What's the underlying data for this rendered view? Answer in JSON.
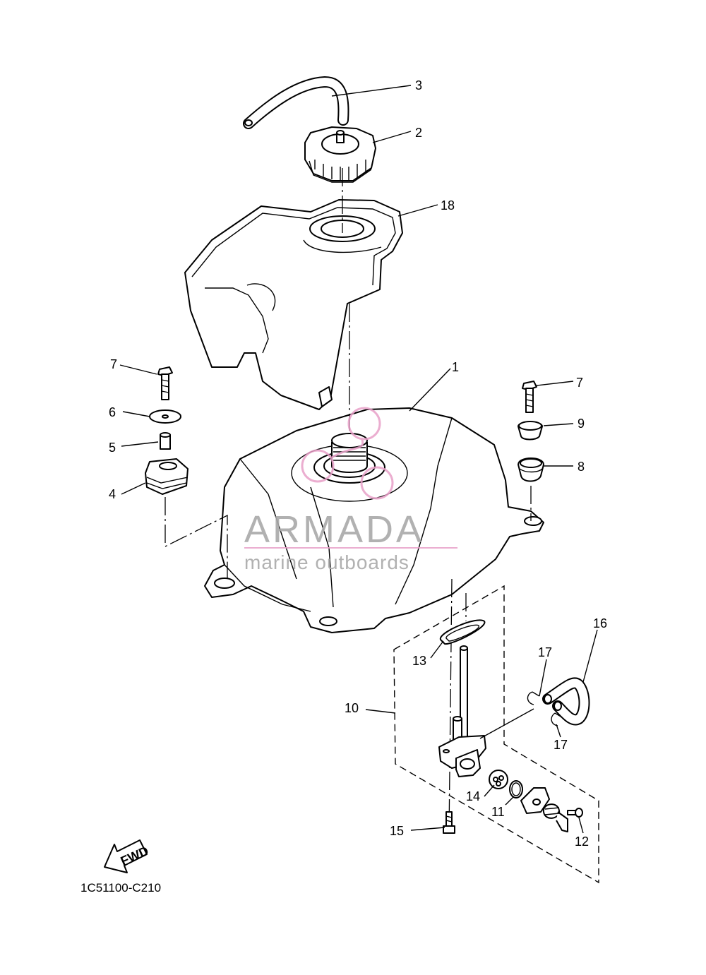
{
  "diagram": {
    "labels": [
      {
        "id": "c1",
        "text": "1"
      },
      {
        "id": "c2",
        "text": "2"
      },
      {
        "id": "c3",
        "text": "3"
      },
      {
        "id": "c4",
        "text": "4"
      },
      {
        "id": "c5",
        "text": "5"
      },
      {
        "id": "c6",
        "text": "6"
      },
      {
        "id": "c7a",
        "text": "7"
      },
      {
        "id": "c7b",
        "text": "7"
      },
      {
        "id": "c8",
        "text": "8"
      },
      {
        "id": "c9",
        "text": "9"
      },
      {
        "id": "c10",
        "text": "10"
      },
      {
        "id": "c11",
        "text": "11"
      },
      {
        "id": "c12",
        "text": "12"
      },
      {
        "id": "c13",
        "text": "13"
      },
      {
        "id": "c14",
        "text": "14"
      },
      {
        "id": "c15",
        "text": "15"
      },
      {
        "id": "c16",
        "text": "16"
      },
      {
        "id": "c17a",
        "text": "17"
      },
      {
        "id": "c17b",
        "text": "17"
      },
      {
        "id": "c18",
        "text": "18"
      }
    ],
    "fwd_text": "FWD",
    "drawing_code": "1C51100-C210"
  },
  "watermark": {
    "brand": "ARMADA",
    "tagline": "marine outboards",
    "color": "#a9a9a9",
    "accent": "#e8a0c8"
  }
}
